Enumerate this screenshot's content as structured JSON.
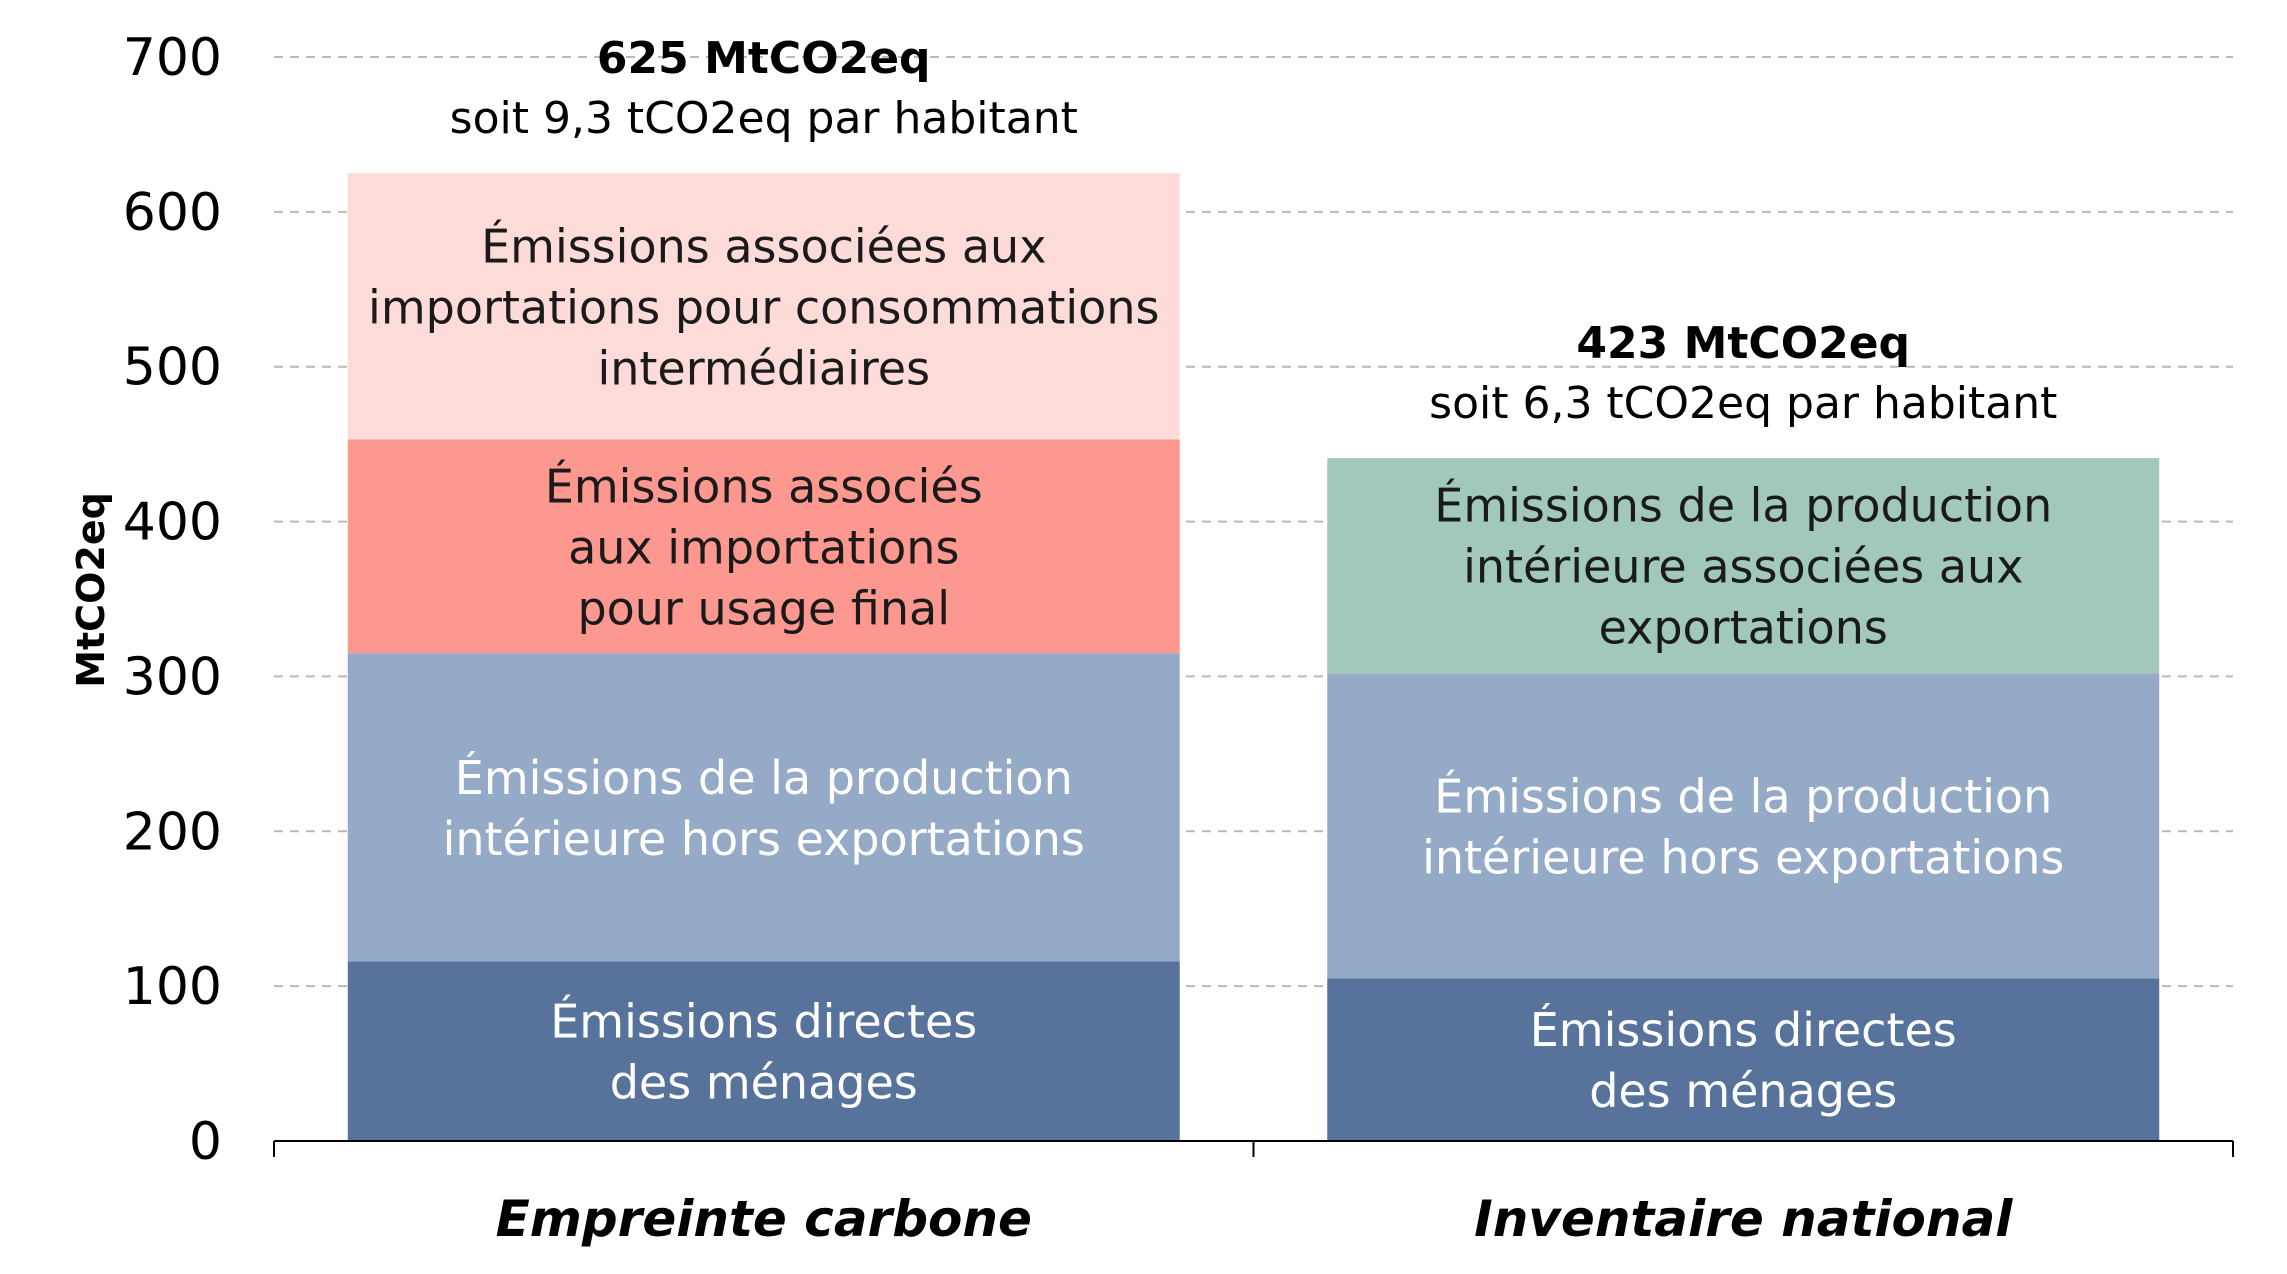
{
  "chart_data": {
    "type": "bar",
    "stacked": true,
    "ylabel": "MtCO2eq",
    "ylim": [
      0,
      700
    ],
    "yticks": [
      0,
      100,
      200,
      300,
      400,
      500,
      600,
      700
    ],
    "grid": true,
    "categories": [
      "Empreinte carbone",
      "Inventaire national"
    ],
    "totals": [
      {
        "value": "625 MtCO2eq",
        "per_capita": "soit 9,3 tCO2eq par habitant"
      },
      {
        "value": "423 MtCO2eq",
        "per_capita": "soit 6,3 tCO2eq par habitant"
      }
    ],
    "bars": [
      {
        "segments": [
          {
            "label": [
              "Émissions directes",
              "des ménages"
            ],
            "start": 0,
            "end": 116,
            "color": "#57739b",
            "text_color": "#ffffff"
          },
          {
            "label": [
              "Émissions de la production",
              "intérieure hors exportations"
            ],
            "start": 116,
            "end": 315,
            "color": "#95aac6",
            "text_color": "#ffffff"
          },
          {
            "label": [
              "Émissions associés",
              "aux importations",
              "pour usage final"
            ],
            "start": 315,
            "end": 453,
            "color": "#fd9890",
            "text_color": "#1a1a1a"
          },
          {
            "label": [
              "Émissions associées aux",
              "importations pour consommations",
              "intermédiaires"
            ],
            "start": 453,
            "end": 625,
            "color": "#fddbd8",
            "text_color": "#1a1a1a"
          }
        ]
      },
      {
        "segments": [
          {
            "label": [
              "Émissions directes",
              "des ménages"
            ],
            "start": 0,
            "end": 105,
            "color": "#57739b",
            "text_color": "#ffffff"
          },
          {
            "label": [
              "Émissions de la production",
              "intérieure hors exportations"
            ],
            "start": 105,
            "end": 302,
            "color": "#95aac6",
            "text_color": "#ffffff"
          },
          {
            "label": [
              "Émissions de la production",
              "intérieure associées aux",
              "exportations"
            ],
            "start": 302,
            "end": 441,
            "color": "#a1c8b8",
            "text_color": "#1a1a1a"
          }
        ]
      }
    ]
  }
}
